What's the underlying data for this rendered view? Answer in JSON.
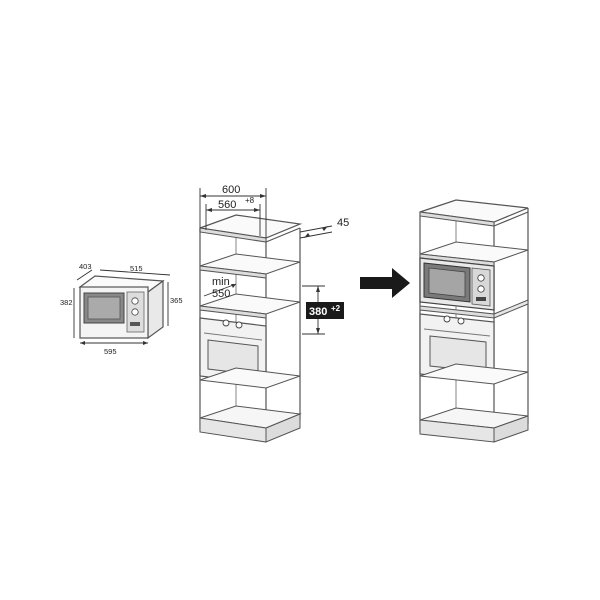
{
  "microwave_dims": {
    "depth": "403",
    "width_top": "515",
    "height_left": "382",
    "height_right": "365",
    "width_bottom": "595"
  },
  "cabinet_dims": {
    "outer_width": "600",
    "inner_width": "560",
    "inner_width_tol": "+8",
    "back_gap": "45",
    "min_label": "min",
    "min_depth": "550",
    "niche_height": "380",
    "niche_height_tol": "+2"
  },
  "colors": {
    "line": "#555555",
    "badge": "#1a1a1a",
    "arrow": "#1a1a1a"
  },
  "icons": {
    "arrow": "right-arrow-icon"
  }
}
